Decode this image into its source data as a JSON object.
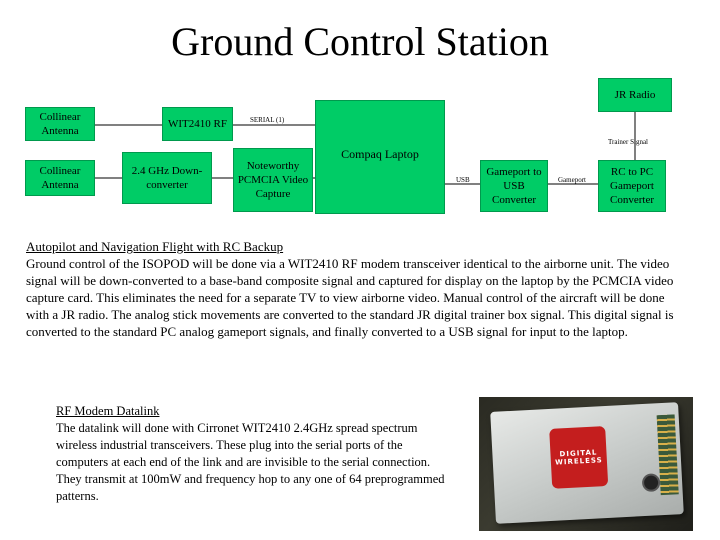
{
  "title": "Ground Control Station",
  "diagram": {
    "boxes": {
      "jr_radio": "JR Radio",
      "collinear_antenna_1": "Collinear Antenna",
      "wit2410_rf": "WIT2410 RF",
      "collinear_antenna_2": "Collinear Antenna",
      "downconverter": "2.4 GHz Down-converter",
      "video_capture": "Noteworthy PCMCIA Video Capture",
      "laptop": "Compaq Laptop",
      "gameport_usb": "Gameport to USB Converter",
      "rc_to_pc": "RC to PC Gameport Converter"
    },
    "labels": {
      "serial": "SERIAL (1)",
      "trainer_signal": "Trainer Signal",
      "usb": "USB",
      "gameport": "Gameport"
    }
  },
  "autopilot": {
    "heading": "Autopilot and Navigation Flight with RC Backup",
    "body": "Ground control of the ISOPOD will be done via a WIT2410 RF modem transceiver identical to the airborne unit. The video signal will be down-converted to a base-band composite signal and captured for display on the laptop by the PCMCIA video capture card.  This eliminates the need for a separate TV to view airborne video. Manual control of the aircraft will be done with a JR radio.  The analog stick movements are converted to the standard JR digital trainer box signal.  This digital signal is converted to the standard PC analog gameport signals, and finally converted to a USB signal for input to the laptop."
  },
  "rf_modem": {
    "heading": "RF Modem Datalink",
    "body": "The datalink will done with Cirronet WIT2410 2.4GHz spread spectrum wireless industrial transceivers.  These plug into the serial ports of the computers at each end of the link and are invisible to the serial connection.  They transmit at 100mW and frequency hop to any one of 64 preprogrammed patterns."
  },
  "photo": {
    "badge_text": "DIGITAL WIRELESS"
  }
}
